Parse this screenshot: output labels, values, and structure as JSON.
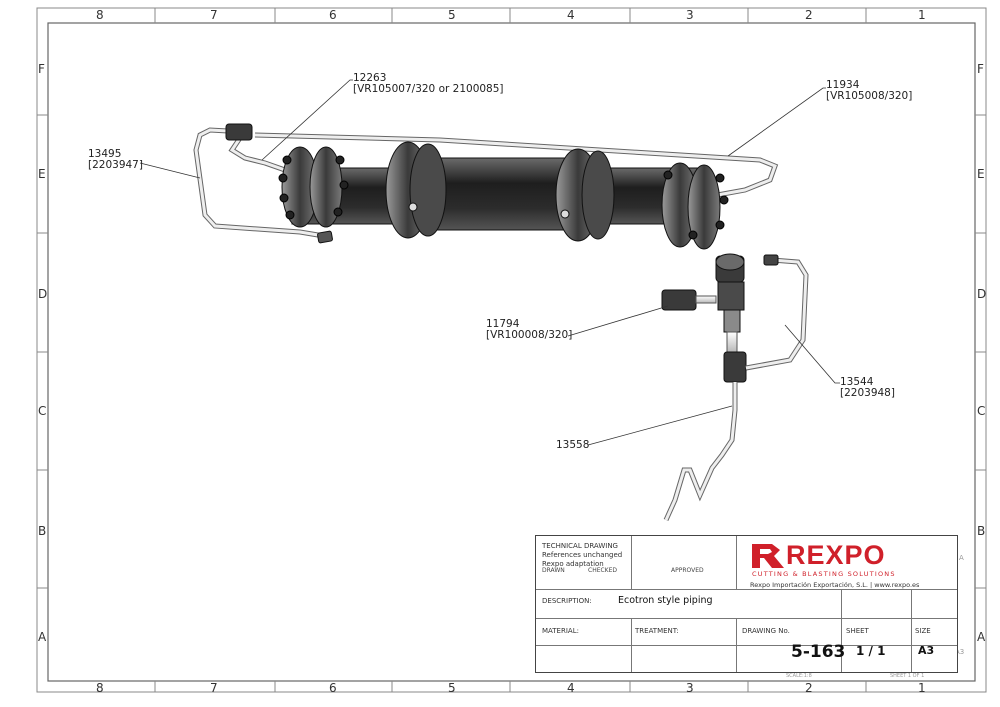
{
  "border": {
    "columns": [
      "8",
      "7",
      "6",
      "5",
      "4",
      "3",
      "2",
      "1"
    ],
    "rows": [
      "F",
      "E",
      "D",
      "C",
      "B",
      "A"
    ]
  },
  "callouts": {
    "c12263_num": "12263",
    "c12263_ref": "[VR105007/320 or 2100085]",
    "c11934_num": "11934",
    "c11934_ref": "[VR105008/320]",
    "c13495_num": "13495",
    "c13495_ref": "[2203947]",
    "c11794_num": "11794",
    "c11794_ref": "[VR100008/320]",
    "c13544_num": "13544",
    "c13544_ref": "[2203948]",
    "c13558_num": "13558"
  },
  "title_block": {
    "technical_drawing": "TECHNICAL DRAWING",
    "references": "References unchanged",
    "adaptation": "Rexpo adaptation",
    "drawn": "DRAWN",
    "checked": "CHECKED",
    "approved": "APPROVED",
    "description_label": "DESCRIPTION:",
    "description_value": "Ecotron style piping",
    "material_label": "MATERIAL:",
    "treatment_label": "TREATMENT:",
    "drawing_no_label": "DRAWING No.",
    "sheet_label": "SHEET",
    "size_label": "SIZE",
    "drawing_no": "5-163",
    "sheet_value": "1 / 1",
    "size_value": "A3",
    "size_ghost": "A3",
    "corner_ghost": "A",
    "scale_ghost": "SCALE:1:8",
    "sheet_ghost": "SHEET 1 OF 1",
    "logo_word": "REXPO",
    "logo_tagline": "CUTTING & BLASTING SOLUTIONS",
    "logo_subtitle": "Rexpo Importación Exportación, S.L. | www.rexpo.es"
  },
  "colors": {
    "logo_red": "#d0202a",
    "steel_dark": "#2a2a2a",
    "steel_mid": "#5a5a5a",
    "line": "#777777"
  }
}
